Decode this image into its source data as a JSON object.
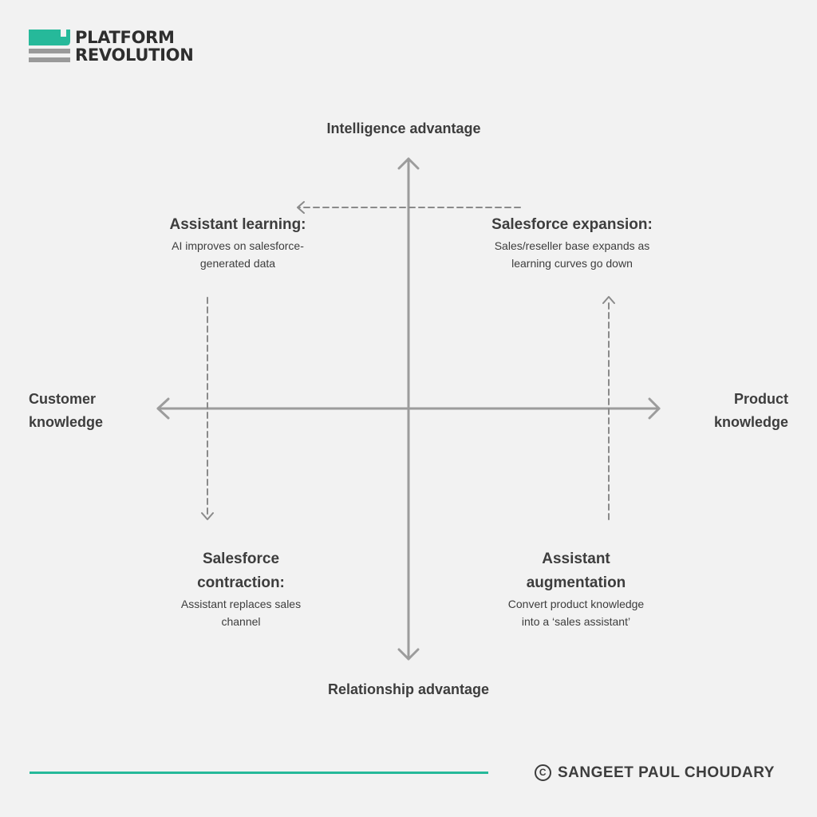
{
  "brand": {
    "line1": "PLATFORM",
    "line2": "REVOLUTION",
    "accent_color": "#26b99a"
  },
  "axes": {
    "top": "Intelligence advantage",
    "bottom": "Relationship advantage",
    "left_line1": "Customer",
    "left_line2": "knowledge",
    "right_line1": "Product",
    "right_line2": "knowledge"
  },
  "quadrants": {
    "top_left": {
      "title": "Assistant learning:",
      "body_line1": "AI improves on salesforce-",
      "body_line2": "generated data"
    },
    "top_right": {
      "title": "Salesforce expansion:",
      "body_line1": "Sales/reseller base expands as",
      "body_line2": "learning curves go down"
    },
    "bottom_left": {
      "title_line1": "Salesforce",
      "title_line2": "contraction:",
      "body_line1": "Assistant replaces sales",
      "body_line2": "channel"
    },
    "bottom_right": {
      "title_line1": "Assistant",
      "title_line2": "augmentation",
      "body_line1": "Convert product knowledge",
      "body_line2": "into a ‘sales assistant’"
    }
  },
  "footer": {
    "copyright_symbol": "C",
    "author": "SANGEET PAUL CHOUDARY"
  }
}
